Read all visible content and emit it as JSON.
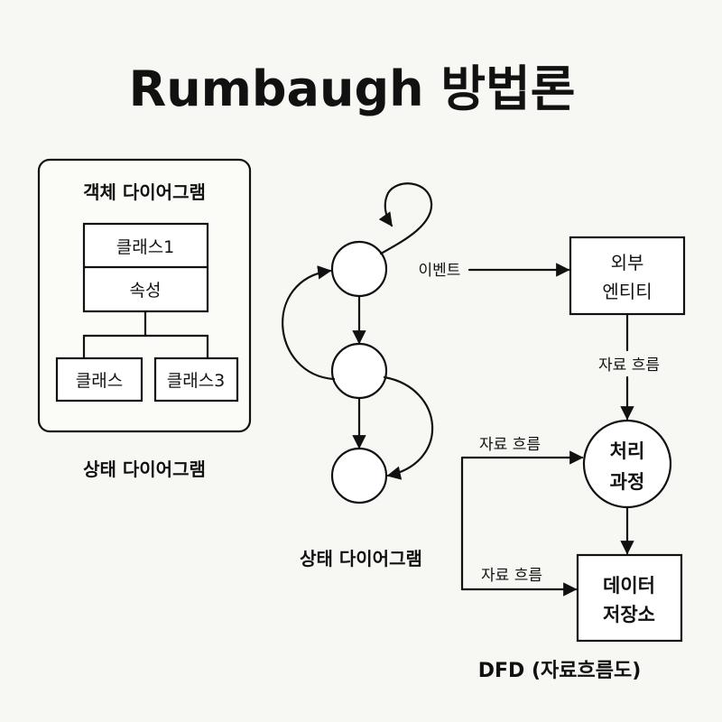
{
  "title": "Rumbaugh 방법론",
  "object_diagram": {
    "heading": "객체 다이어그램",
    "parent_class": {
      "name": "클래스1",
      "attribute": "속성"
    },
    "children": [
      "클래스",
      "클래스3"
    ],
    "caption": "상태 다이어그램"
  },
  "state_diagram": {
    "caption": "상태 다이어그램"
  },
  "dfd": {
    "event_label": "이벤트",
    "external_entity": [
      "외부",
      "엔티티"
    ],
    "flow_label_entity_to_process": "자료 흐름",
    "process": [
      "처리",
      "과정"
    ],
    "flow_label_into_process": "자료 흐름",
    "flow_label_into_store": "자료 흐름",
    "data_store": [
      "데이터",
      "저장소"
    ],
    "caption": "DFD (자료흐름도)"
  },
  "colors": {
    "background": "#f7f7f3",
    "stroke": "#111111"
  }
}
